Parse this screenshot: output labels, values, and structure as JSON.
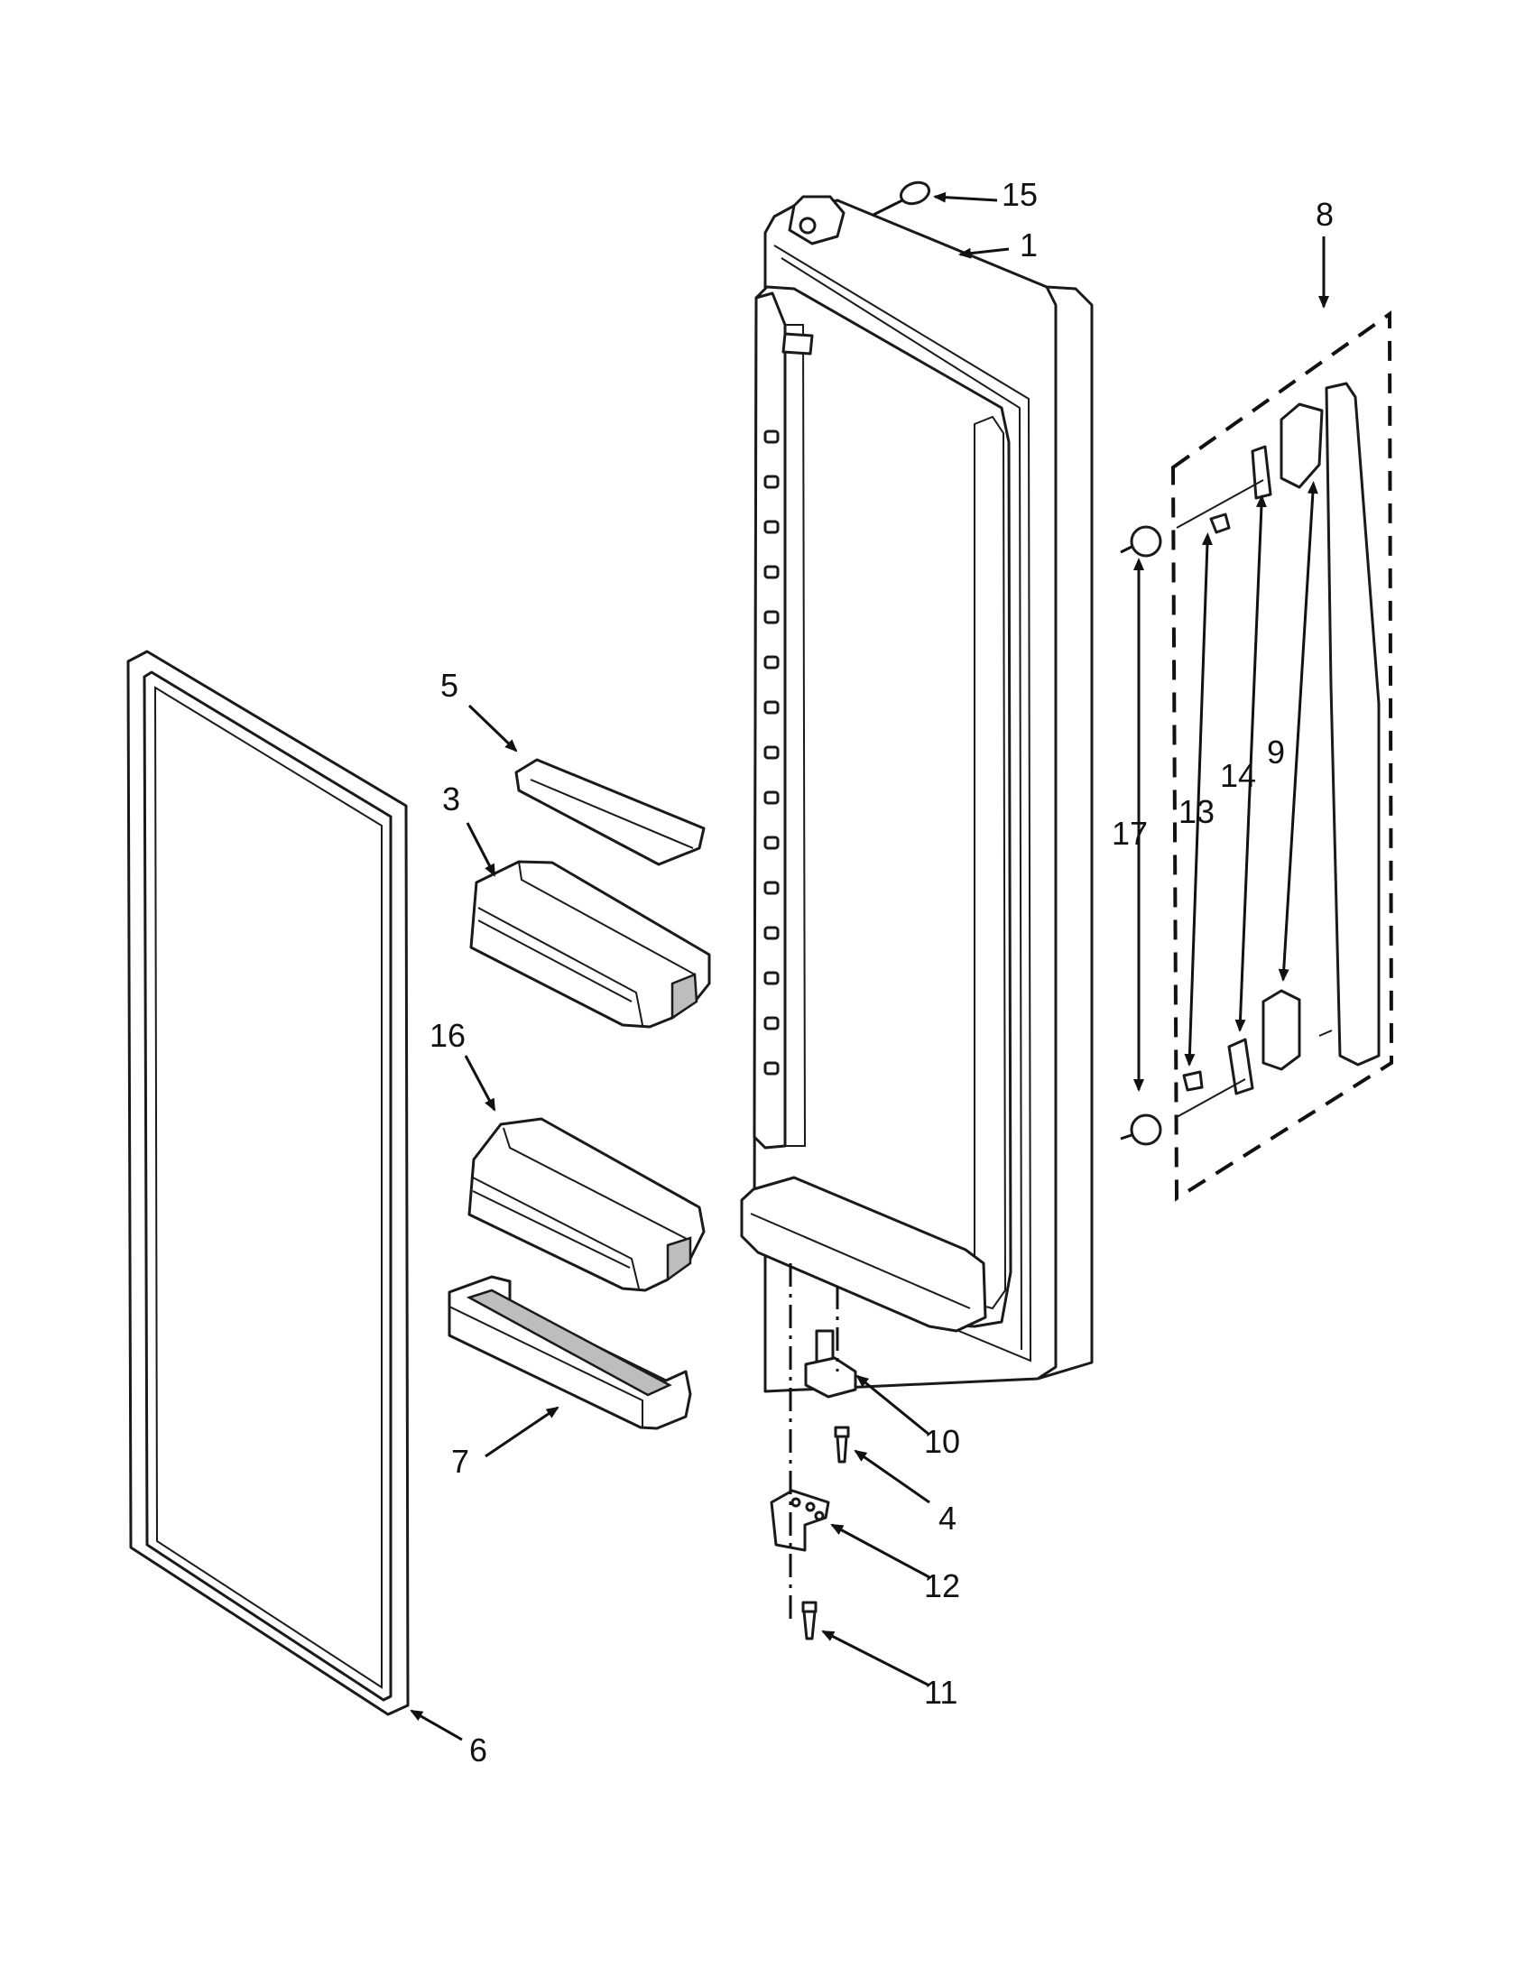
{
  "diagram": {
    "callouts": {
      "c1": "1",
      "c3": "3",
      "c4": "4",
      "c5": "5",
      "c6": "6",
      "c7": "7",
      "c8": "8",
      "c9": "9",
      "c10": "10",
      "c11": "11",
      "c12": "12",
      "c13": "13",
      "c14": "14",
      "c15": "15",
      "c16": "16",
      "c17": "17"
    },
    "colors": {
      "line": "#1a1a1a",
      "shade": "#bdbdbd",
      "background": "#ffffff"
    }
  }
}
